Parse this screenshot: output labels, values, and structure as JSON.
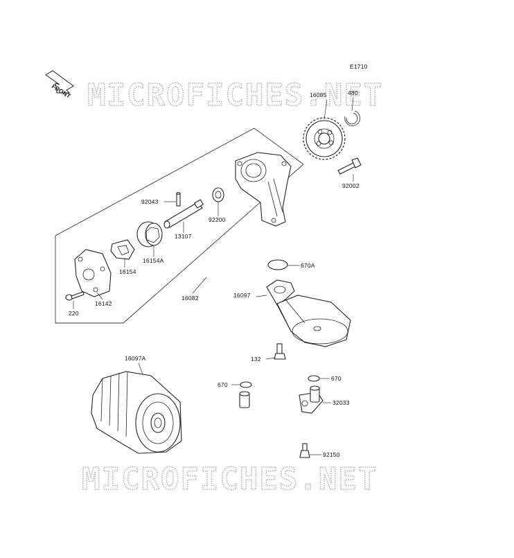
{
  "diagram": {
    "code": "E1710",
    "front_label": "FRONT",
    "watermark": "MICROFICHES.NET",
    "parts": {
      "p16085": "16085",
      "p480": "480",
      "p92002": "92002",
      "p92043": "92043",
      "p92200": "92200",
      "p13107": "13107",
      "p16154A": "16154A",
      "p16154": "16154",
      "p16142": "16142",
      "p220": "220",
      "p16082": "16082",
      "p670A": "670A",
      "p16097": "16097",
      "p132": "132",
      "p16097A": "16097A",
      "p670_left": "670",
      "p670_right": "670",
      "p32033": "32033",
      "p92150": "92150"
    }
  }
}
